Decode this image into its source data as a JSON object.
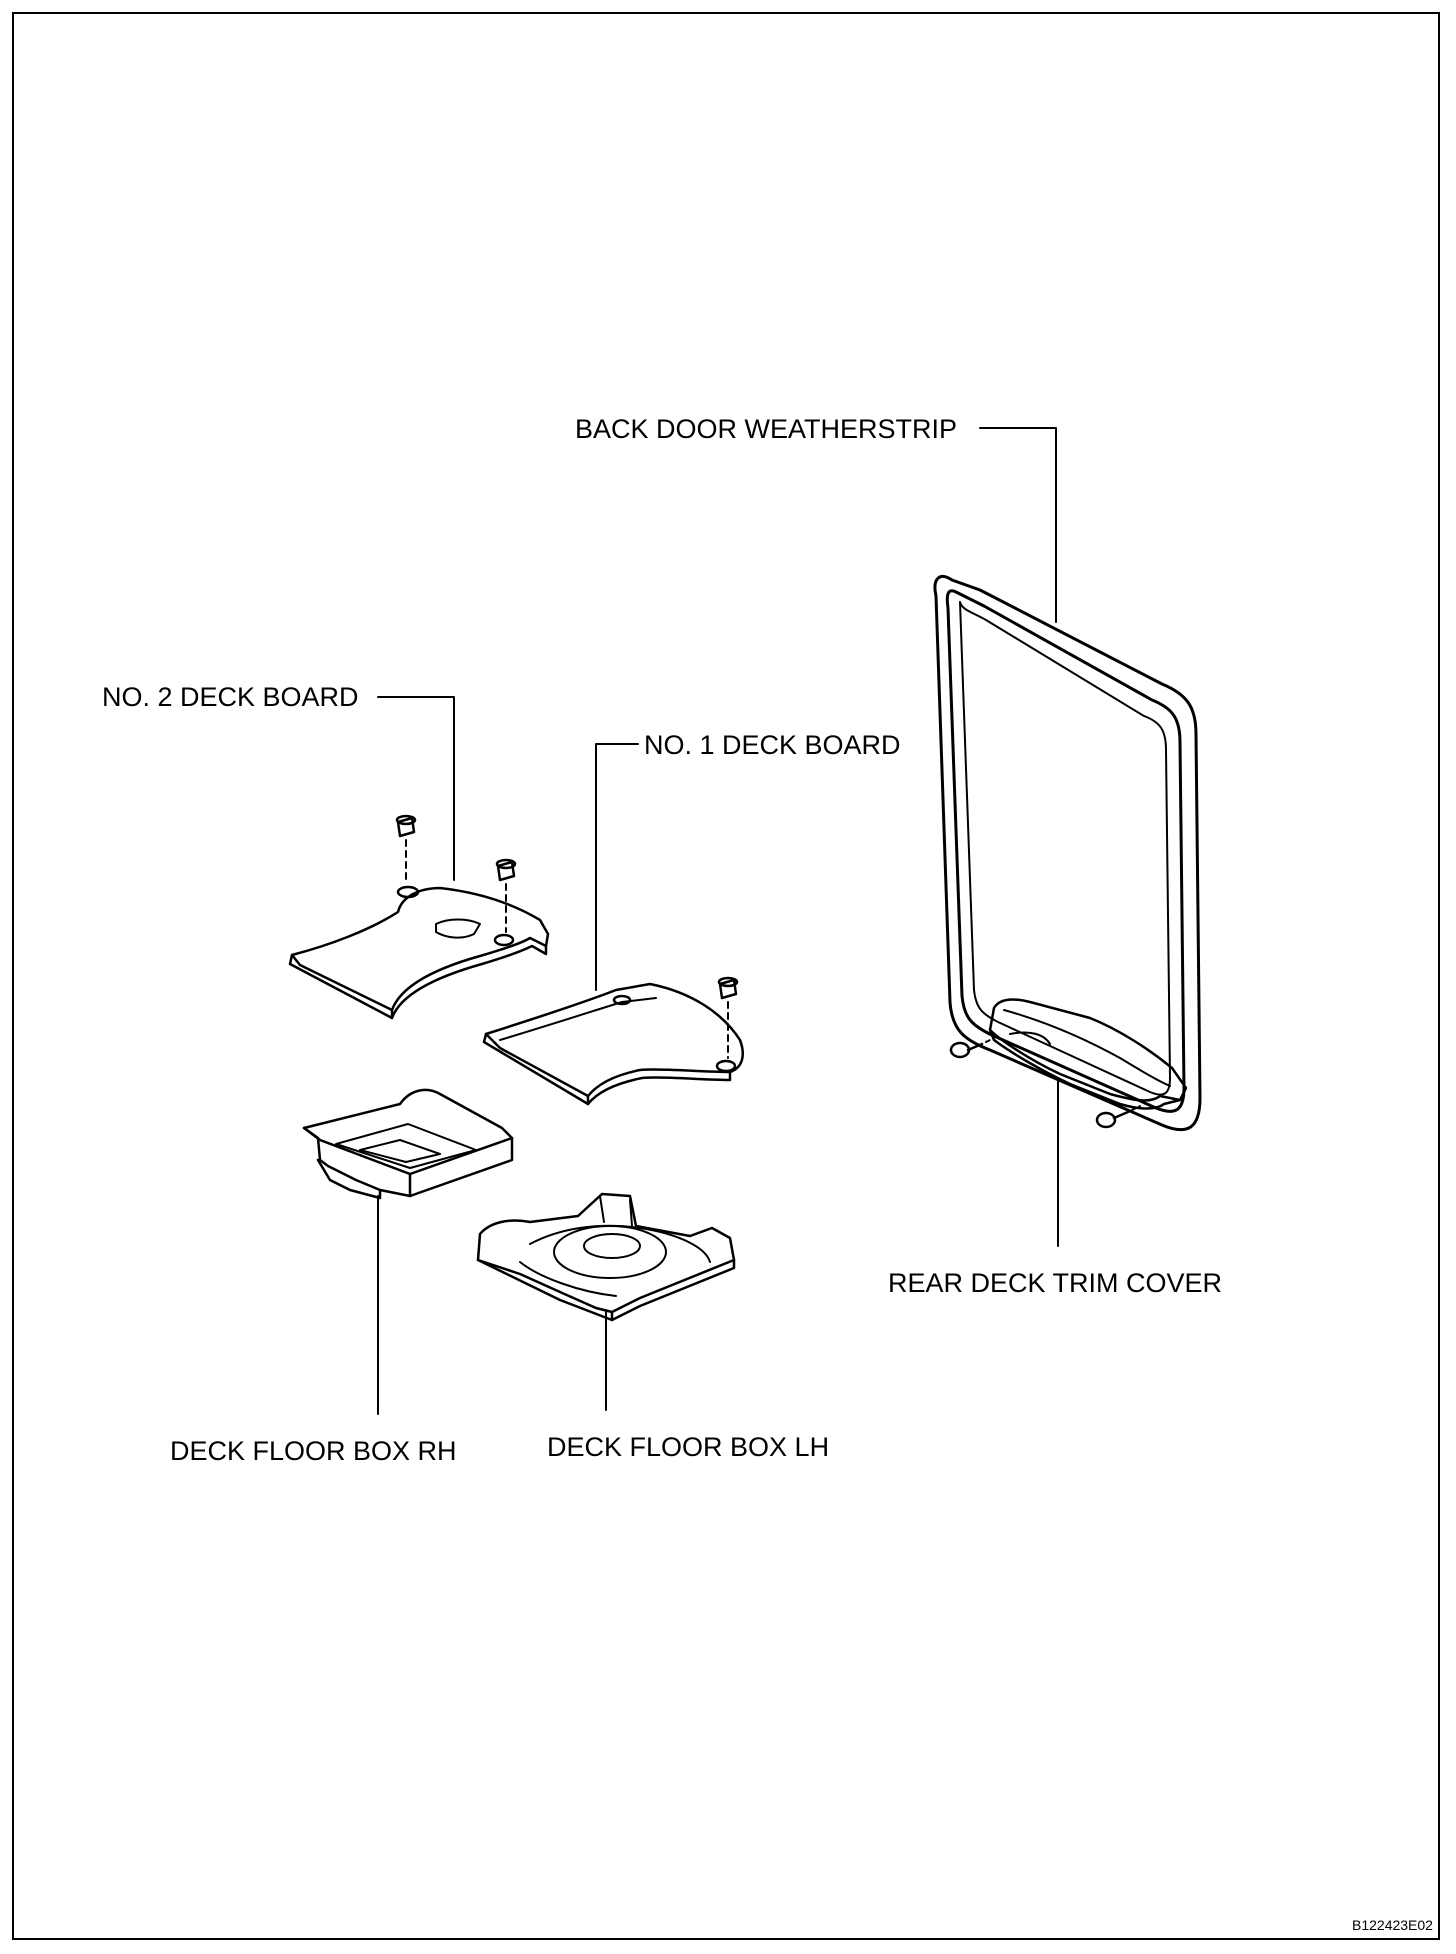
{
  "labels": {
    "back_door_weatherstrip": "BACK DOOR WEATHERSTRIP",
    "no2_deck_board": "NO. 2 DECK BOARD",
    "no1_deck_board": "NO. 1 DECK BOARD",
    "rear_deck_trim_cover": "REAR DECK TRIM COVER",
    "deck_floor_box_rh": "DECK FLOOR BOX RH",
    "deck_floor_box_lh": "DECK FLOOR BOX LH"
  },
  "figure_code": "B122423E02"
}
